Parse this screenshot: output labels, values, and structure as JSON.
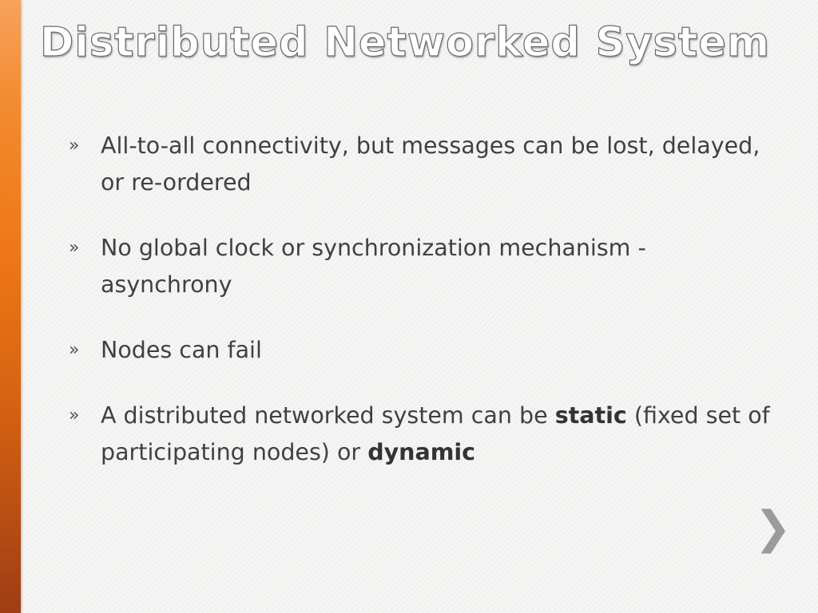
{
  "slide": {
    "title": "Distributed Networked System",
    "bullet_marker": "»",
    "bullets": [
      {
        "parts": [
          {
            "text": "All-to-all connectivity, but messages can be lost, delayed, or re-ordered",
            "bold": false
          }
        ]
      },
      {
        "parts": [
          {
            "text": "No global clock or synchronization mechanism  - asynchrony",
            "bold": false
          }
        ]
      },
      {
        "parts": [
          {
            "text": "Nodes can fail",
            "bold": false
          }
        ]
      },
      {
        "parts": [
          {
            "text": "A distributed networked system can be ",
            "bold": false
          },
          {
            "text": "static",
            "bold": true
          },
          {
            "text": " (fixed set of participating nodes) or ",
            "bold": false
          },
          {
            "text": "dynamic",
            "bold": true
          }
        ]
      }
    ]
  },
  "navigation": {
    "next_icon": "chevron-right-icon",
    "next_glyph": "❯"
  },
  "colors": {
    "accent": "#ee7716",
    "text": "#404040",
    "title_fill": "#ffffff",
    "title_outline": "#6a6a6a",
    "nav_arrow": "#9b9b9b"
  }
}
